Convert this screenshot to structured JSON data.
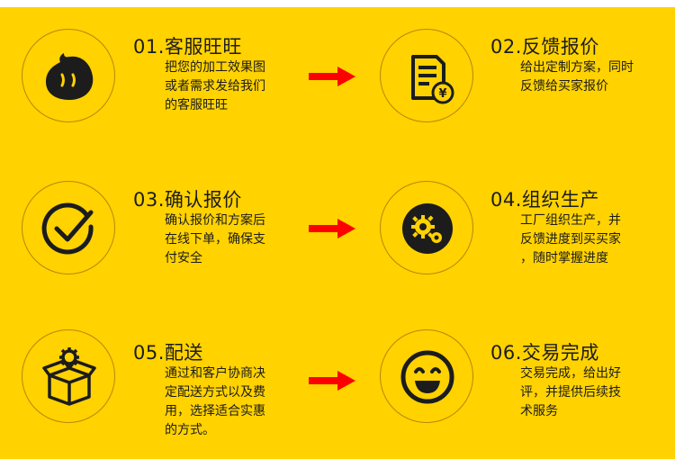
{
  "steps": [
    {
      "title": "01.客服旺旺",
      "lines": [
        "把您的加工效果图",
        "或者需求发给我们",
        "的客服旺旺"
      ],
      "icon": "wangwang-chat-icon"
    },
    {
      "title": "02.反馈报价",
      "lines": [
        "给出定制方案，同时",
        "反馈给买家报价"
      ],
      "icon": "quote-document-icon"
    },
    {
      "title": "03.确认报价",
      "lines": [
        "确认报价和方案后",
        "在线下单，确保支",
        "付安全"
      ],
      "icon": "checkmark-icon"
    },
    {
      "title": "04.组织生产",
      "lines": [
        "工厂组织生产，并",
        "反馈进度到买买家",
        "，随时掌握进度"
      ],
      "icon": "gear-icon"
    },
    {
      "title": "05.配送",
      "lines": [
        "通过和客户协商决",
        "定配送方式以及费",
        "用，选择适合实惠",
        "的方式。"
      ],
      "icon": "package-box-icon"
    },
    {
      "title": "06.交易完成",
      "lines": [
        "交易完成，给出好",
        "评，并提供后续技",
        "术服务"
      ],
      "icon": "smiley-icon"
    }
  ],
  "colors": {
    "background": "#FFD200",
    "arrow": "#ff0000",
    "icon": "#1c1c1c"
  }
}
